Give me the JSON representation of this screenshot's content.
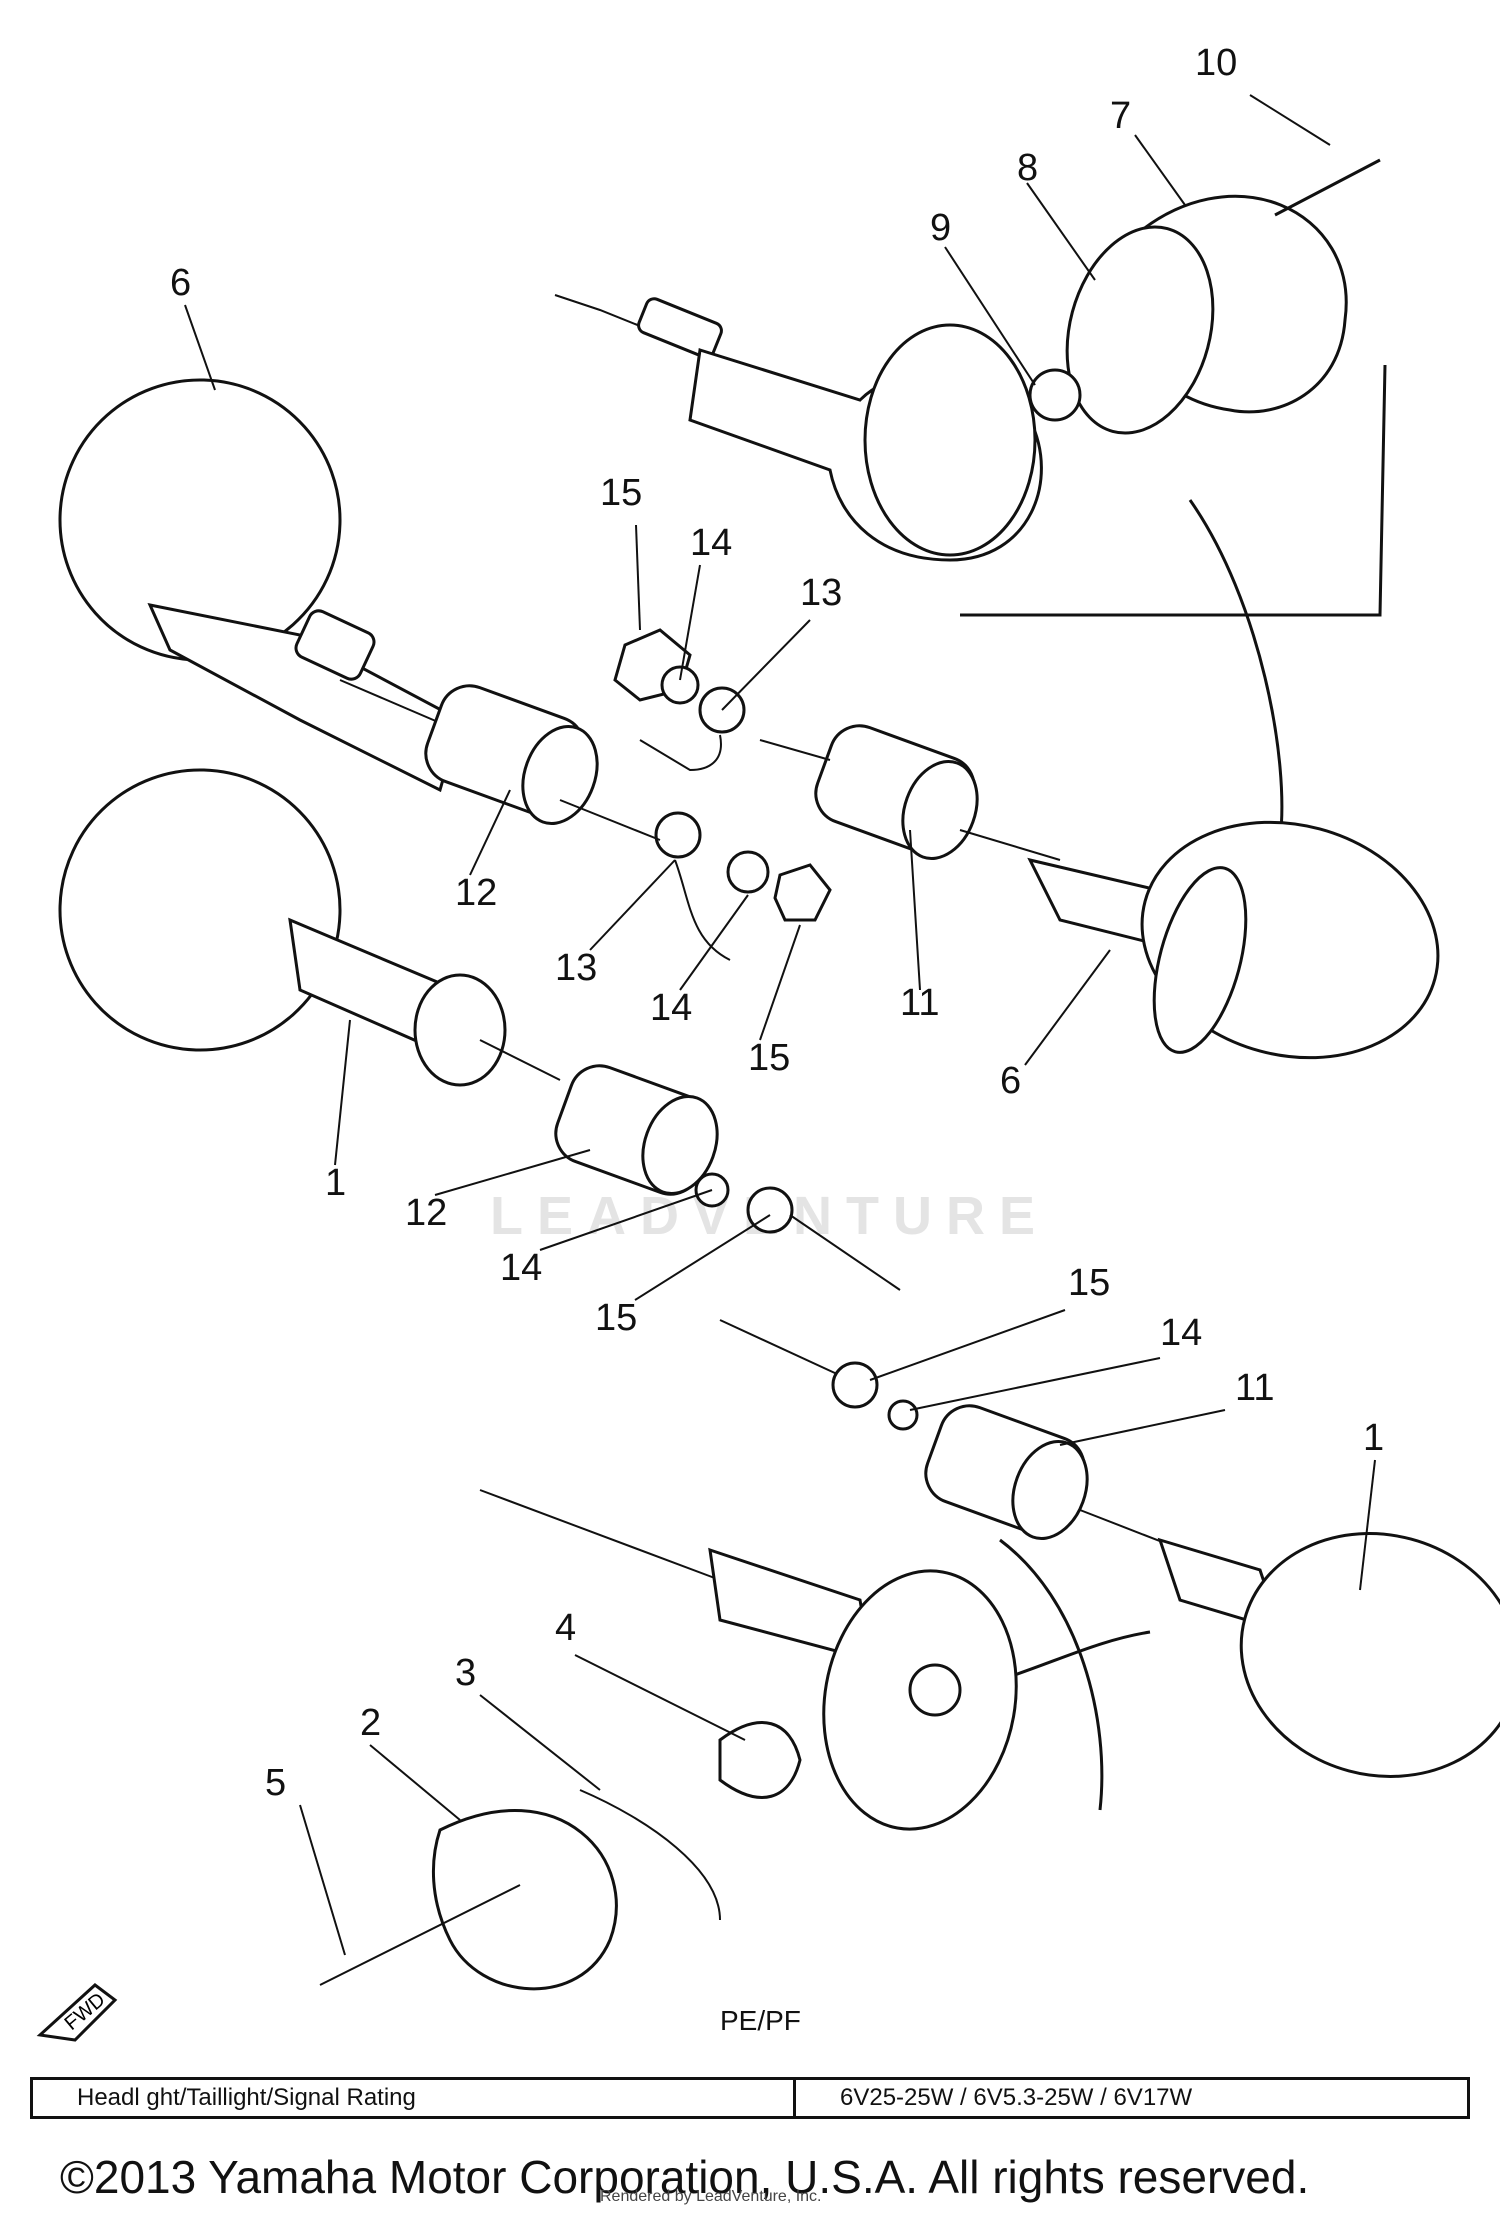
{
  "diagram": {
    "model_code": "PE/PF",
    "fwd_label": "FWD",
    "callouts": [
      "10",
      "7",
      "8",
      "9",
      "6",
      "15",
      "14",
      "13",
      "12",
      "13",
      "14",
      "15",
      "11",
      "6",
      "1",
      "12",
      "14",
      "15",
      "15",
      "14",
      "11",
      "1",
      "4",
      "3",
      "2",
      "5"
    ]
  },
  "spec_table": {
    "label": "Headl ght/Taillight/Signal Rating",
    "value": "6V25-25W / 6V5.3-25W / 6V17W"
  },
  "footer": {
    "copyright": "©2013 Yamaha Motor Corporation, U.S.A. All rights reserved.",
    "rendered_by": "Rendered by LeadVenture, Inc."
  },
  "watermark": {
    "text": "LEADVENTURE"
  }
}
